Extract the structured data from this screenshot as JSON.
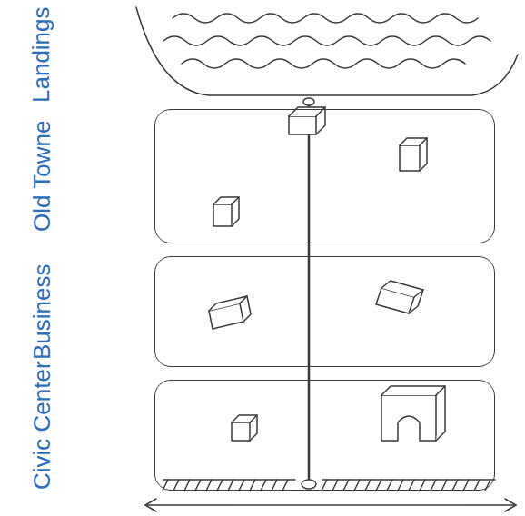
{
  "diagram": {
    "nodes": [
      {
        "text": [
          "Old Towne"
        ]
      },
      {
        "text": [
          "Business"
        ]
      },
      {
        "text": [
          "Civic Center"
        ]
      }
    ],
    "labels": [
      "Landings"
    ]
  }
}
